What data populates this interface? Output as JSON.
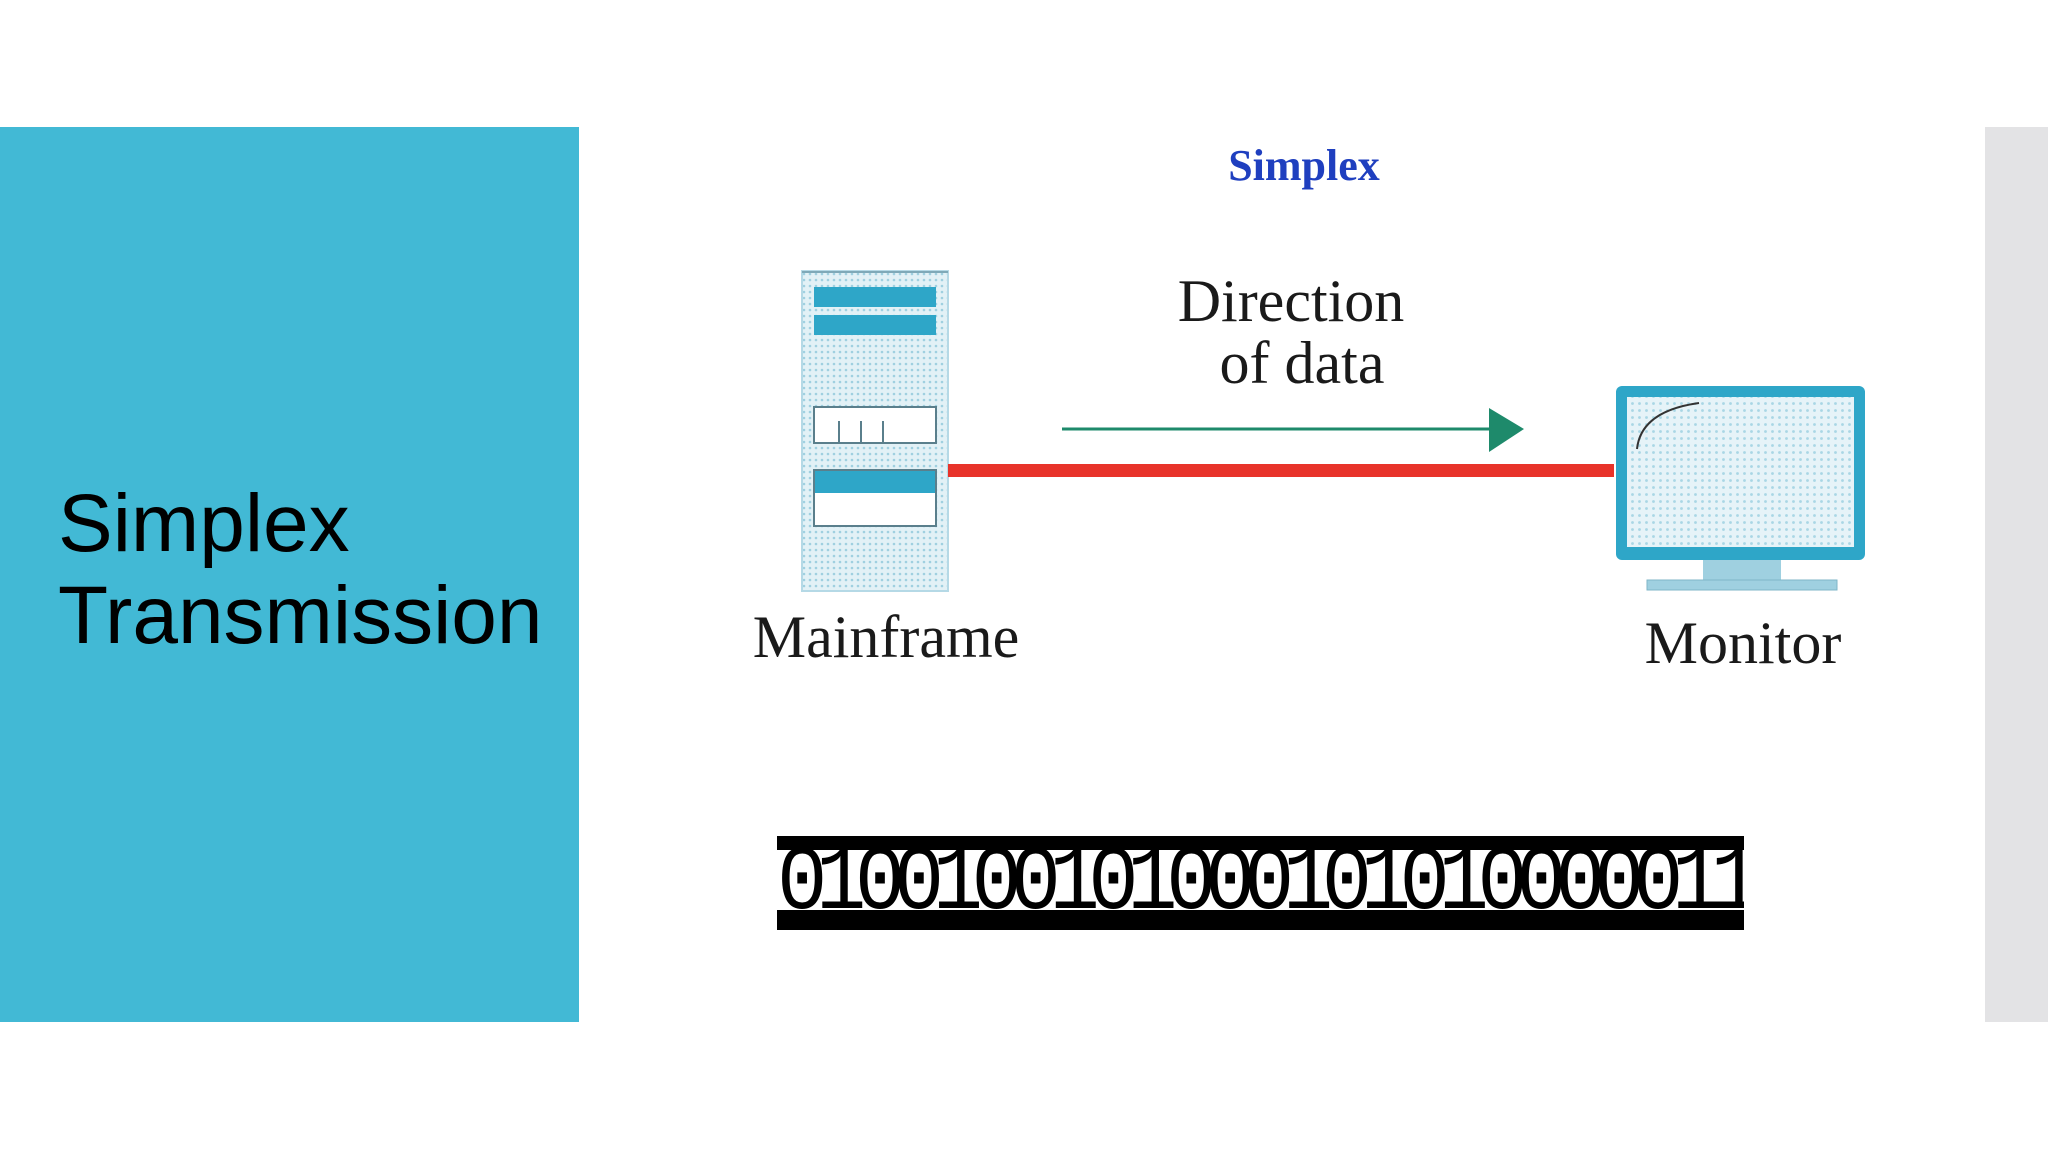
{
  "slide": {
    "title_line1": "Simplex",
    "title_line2": "Transmission"
  },
  "diagram": {
    "heading": "Simplex",
    "source_label": "Mainframe",
    "destination_label": "Monitor",
    "arrow_label_line1": "Direction",
    "arrow_label_line2": "of data",
    "binary_string": "0100100101000101010000011"
  },
  "colors": {
    "panel": "#42b9d5",
    "heading": "#1f3fbf",
    "link_line": "#e8332a",
    "arrow": "#1e8a6b",
    "device_light": "#cfe7ef",
    "device_blue": "#2ea6c8"
  },
  "icons": {
    "source": "mainframe-tower-icon",
    "destination": "computer-monitor-icon",
    "direction": "right-arrow-icon"
  }
}
